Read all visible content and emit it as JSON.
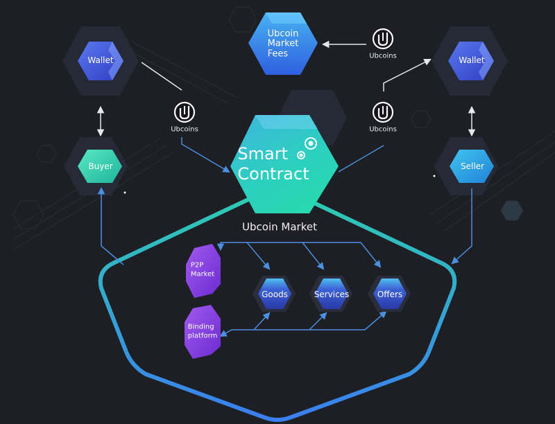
{
  "nodes": {
    "wallet_left": "Wallet",
    "wallet_right": "Wallet",
    "buyer": "Buyer",
    "seller": "Seller",
    "market_fees": "Ubcoin\nMarket\nFees",
    "smart_contract": "Smart\nContract",
    "market_title": "Ubcoin Market",
    "p2p": "P2P\nMarket",
    "binding": "Binding\nplatform",
    "goods": "Goods",
    "services": "Services",
    "offers": "Offers"
  },
  "coins": {
    "top": "Ubcoins",
    "left": "Ubcoins",
    "right": "Ubcoins"
  },
  "icons": {
    "coin": "ubcoin-logo-icon",
    "gear": "gears-icon"
  },
  "colors": {
    "background": "#1e1f24",
    "blue_node": "#3d4fd6",
    "teal_node": "#2ed0b4",
    "purple_node": "#8a3ee0",
    "arrow": "#4a8fe0",
    "market_border_top": "#2ecfb0",
    "market_border_bottom": "#3a7ff0"
  }
}
